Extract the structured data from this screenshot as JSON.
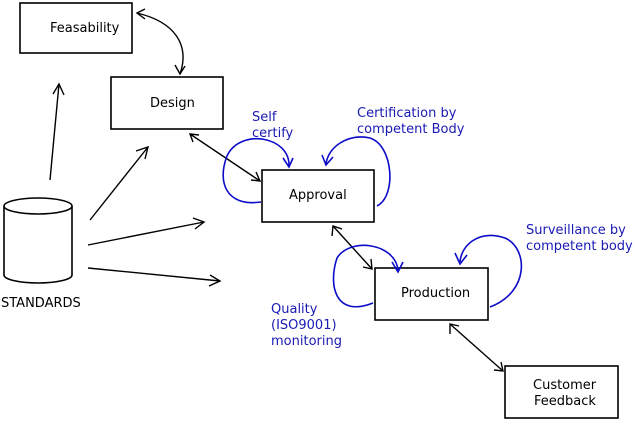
{
  "colors": {
    "box_stroke": "#000000",
    "note_text": "#1a1ab4",
    "blue_arrow": "#0b0bc8"
  },
  "nodes": {
    "feasability": "Feasability",
    "design": "Design",
    "approval": "Approval",
    "production": "Production",
    "customer_feedback_line1": "Customer",
    "customer_feedback_line2": "Feedback",
    "standards": "STANDARDS"
  },
  "annotations": {
    "self_certify_line1": "Self",
    "self_certify_line2": "certify",
    "certification_line1": "Certification by",
    "certification_line2": "competent Body",
    "surveillance_line1": "Surveillance by",
    "surveillance_line2": "competent body",
    "quality_line1": "Quality",
    "quality_line2": "(ISO9001)",
    "quality_line3": "monitoring"
  }
}
